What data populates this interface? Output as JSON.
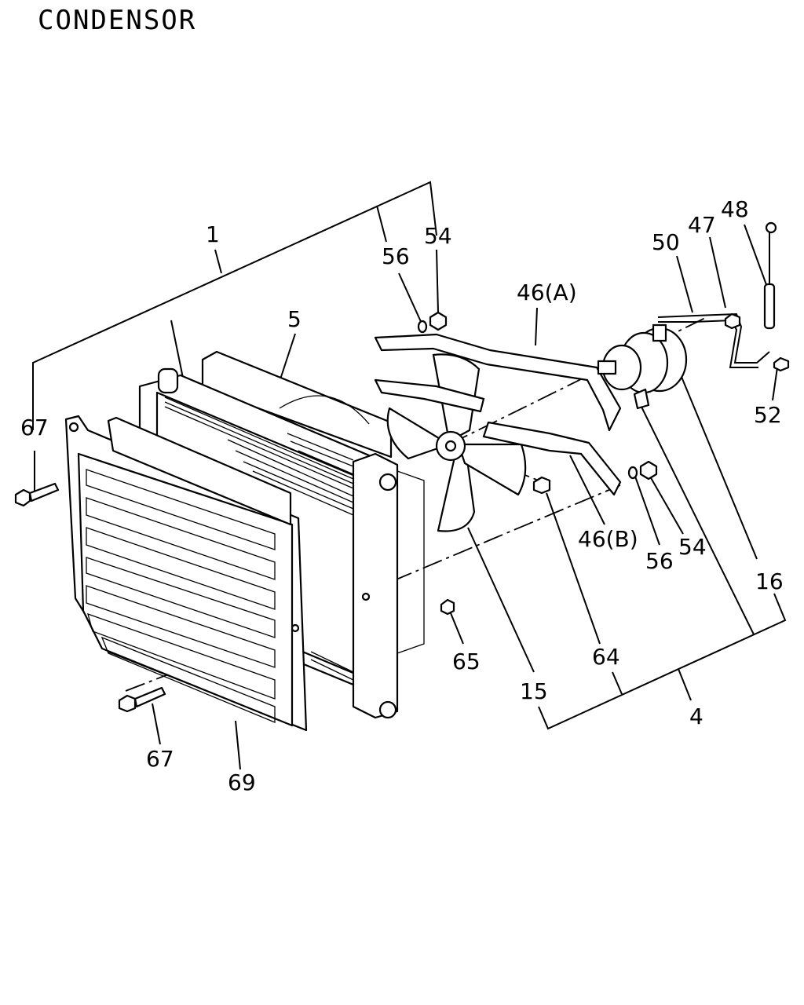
{
  "title": "CONDENSOR",
  "callouts": {
    "c1": "1",
    "c4": "4",
    "c5": "5",
    "c15": "15",
    "c16": "16",
    "c46a": "46(A)",
    "c46b": "46(B)",
    "c47": "47",
    "c48": "48",
    "c50": "50",
    "c52": "52",
    "c54_top": "54",
    "c54_right": "54",
    "c56_top": "56",
    "c56_right": "56",
    "c64": "64",
    "c65": "65",
    "c67_left": "67",
    "c67_bottom": "67",
    "c69": "69"
  }
}
